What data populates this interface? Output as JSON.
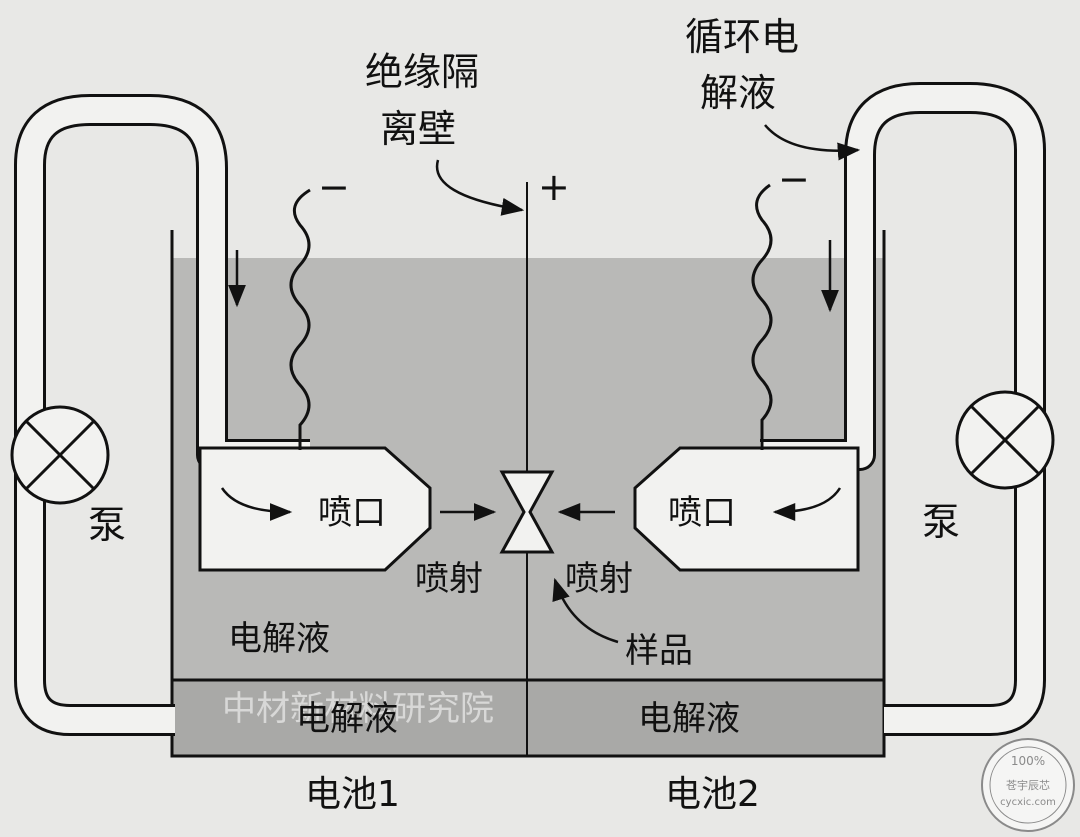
{
  "labels": {
    "insulating_wall_line1": "绝缘隔",
    "insulating_wall_line2": "离壁",
    "circulating_line1": "循环电",
    "circulating_line2": "解液",
    "minus_left": "−",
    "minus_right": "−",
    "plus": "+",
    "pump_left": "泵",
    "pump_right": "泵",
    "nozzle_left": "喷口",
    "nozzle_right": "喷口",
    "spray_left": "喷射",
    "spray_right": "喷射",
    "sample": "样品",
    "electrolyte_upper": "电解液",
    "electrolyte_bottom_left": "电解液",
    "electrolyte_bottom_right": "电解液",
    "cell1": "电池1",
    "cell2": "电池2"
  },
  "watermark": "中材新材料研究院",
  "stamp": {
    "top": "100%",
    "middle": "苍宇辰芯",
    "bottom": "cycxic.com"
  },
  "colors": {
    "background": "#e8e8e6",
    "electrolyte": "#b9b9b7",
    "bottom_electrolyte": "#a9a9a7",
    "tube_fill": "#f2f2f0",
    "line": "#111111"
  }
}
